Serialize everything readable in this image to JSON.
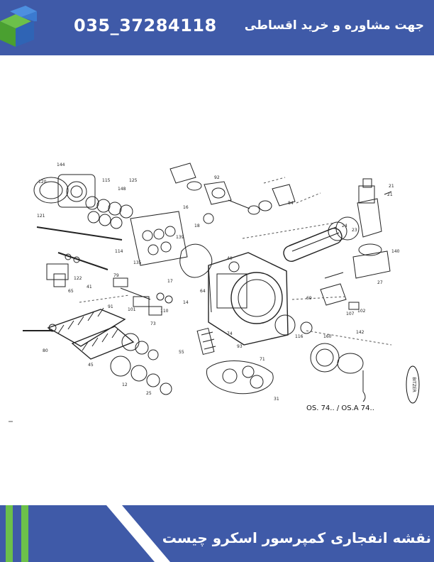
{
  "header": {
    "phone": "035_37284118",
    "consult_text": "جهت مشاوره و خرید اقساطی"
  },
  "diagram": {
    "model_label": "OS. 74.. / OS.A 74..",
    "brand_mark": "BITZER",
    "part_numbers": [
      "144",
      "120",
      "115",
      "121",
      "114",
      "148",
      "16",
      "125",
      "101",
      "91",
      "80",
      "45",
      "12",
      "25",
      "14",
      "64",
      "40",
      "31",
      "74",
      "93",
      "55",
      "110",
      "135",
      "139",
      "18",
      "17",
      "73",
      "41",
      "122",
      "71",
      "79",
      "65",
      "116",
      "160",
      "142",
      "21",
      "140",
      "23",
      "24",
      "27",
      "69",
      "84",
      "92",
      "102",
      "107",
      "21"
    ]
  },
  "footer": {
    "title": "نقشه انفجاری کمپرسور اسکرو چیست"
  },
  "colors": {
    "primary_blue": "#3f5aa8",
    "green": "#6cc04a",
    "logo_blue": "#2f64b5",
    "logo_light": "#4d8fe0"
  }
}
